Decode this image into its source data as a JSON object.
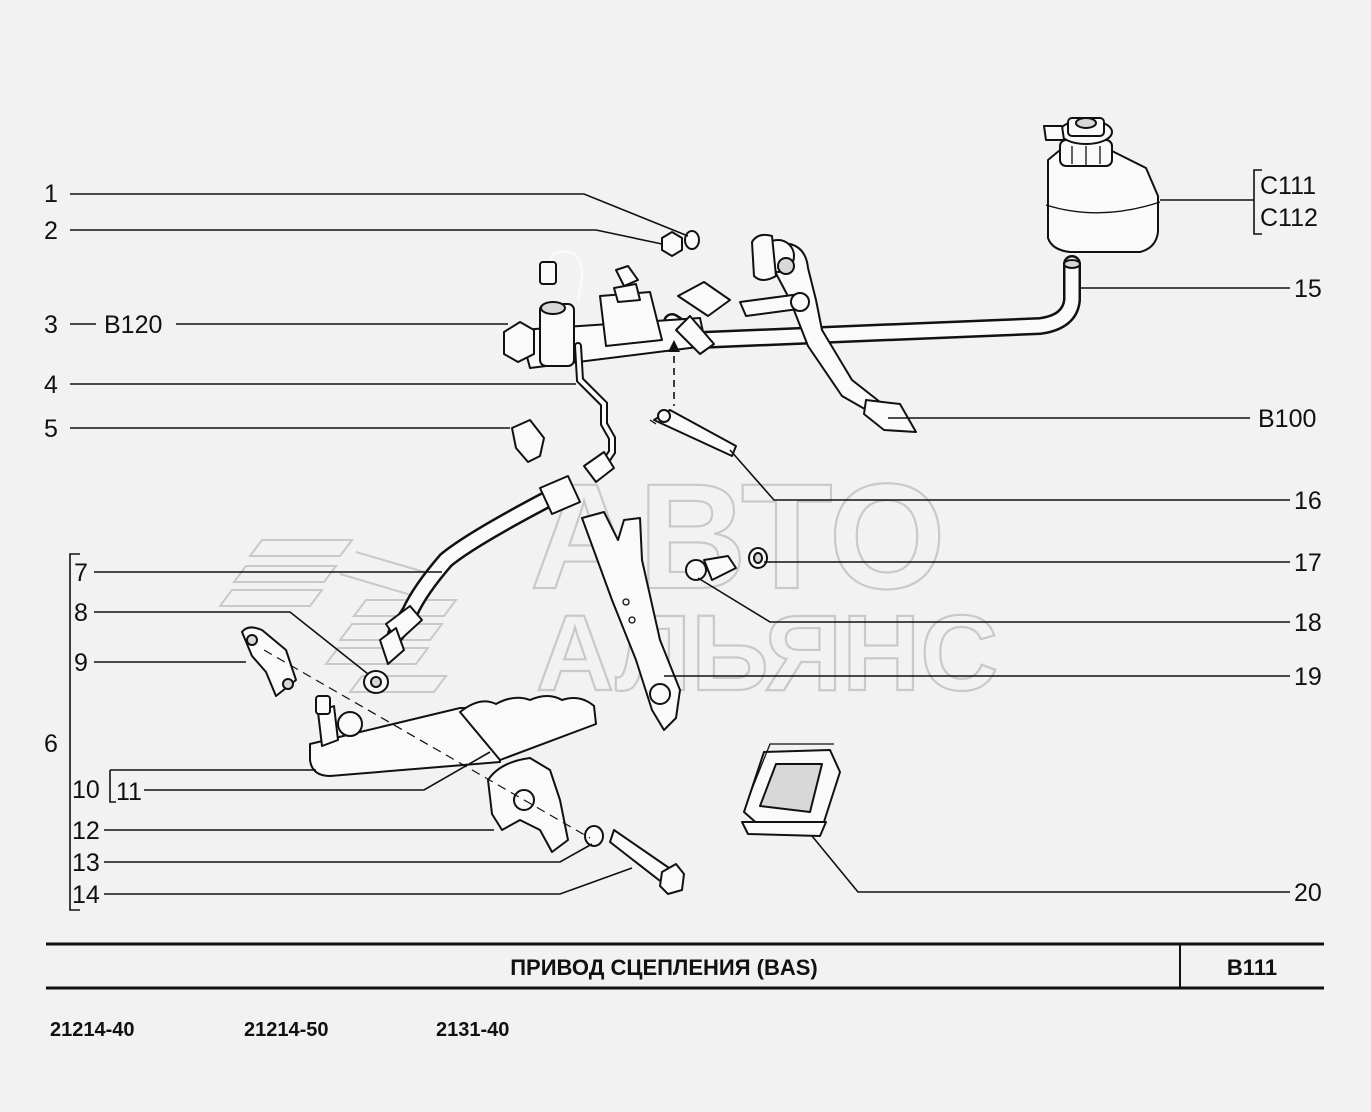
{
  "watermark": {
    "line1": "АВТО",
    "line2": "АЛЬЯНС"
  },
  "callouts": {
    "c1": "1",
    "c2": "2",
    "c3": "3",
    "c3_ref": "B120",
    "c4": "4",
    "c5": "5",
    "c6": "6",
    "c7": "7",
    "c8": "8",
    "c9": "9",
    "c10": "10",
    "c11": "11",
    "c12": "12",
    "c13": "13",
    "c14": "14",
    "c15": "15",
    "c16": "16",
    "c17": "17",
    "c18": "18",
    "c19": "19",
    "c20": "20",
    "ref_c111": "C111",
    "ref_c112": "C112",
    "ref_b100": "B100"
  },
  "footer": {
    "title": "ПРИВОД  СЦЕПЛЕНИЯ  (BAS)",
    "code": "B111",
    "models": [
      "21214-40",
      "21214-50",
      "2131-40"
    ]
  }
}
